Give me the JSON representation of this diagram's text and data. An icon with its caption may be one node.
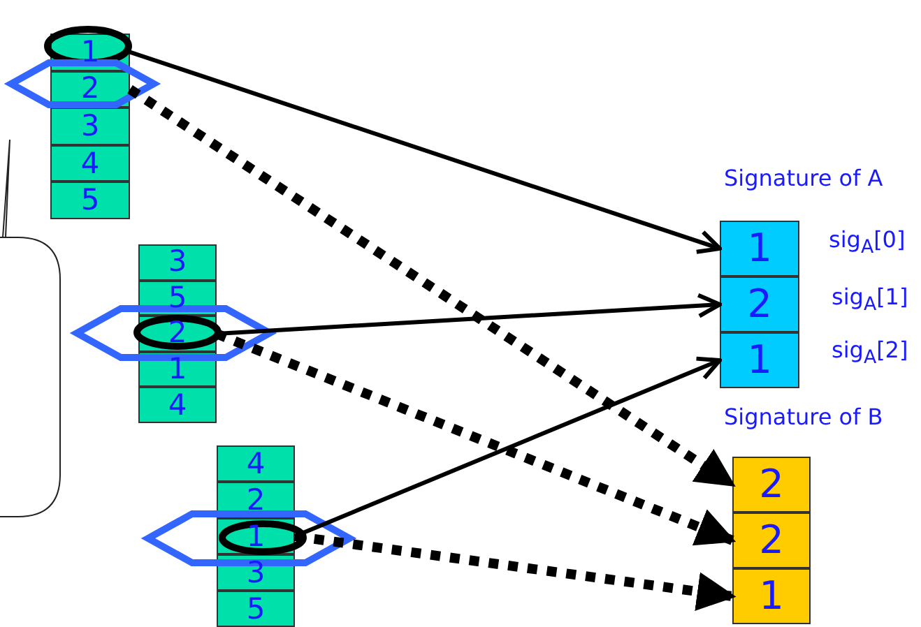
{
  "diagram": {
    "nodes": [
      {
        "text": [
          "1"
        ]
      },
      {
        "text": [
          "2"
        ]
      },
      {
        "text": [
          "3"
        ]
      },
      {
        "text": [
          "4"
        ]
      },
      {
        "text": [
          "5"
        ]
      },
      {
        "text": [
          "3"
        ]
      },
      {
        "text": [
          "5"
        ]
      },
      {
        "text": [
          "2"
        ]
      },
      {
        "text": [
          "1"
        ]
      },
      {
        "text": [
          "4"
        ]
      },
      {
        "text": [
          "4"
        ]
      },
      {
        "text": [
          "2"
        ]
      },
      {
        "text": [
          "1"
        ]
      },
      {
        "text": [
          "3"
        ]
      },
      {
        "text": [
          "5"
        ]
      },
      {
        "text": [
          "1"
        ]
      },
      {
        "text": [
          "2"
        ]
      },
      {
        "text": [
          "1"
        ]
      },
      {
        "text": [
          "2"
        ]
      },
      {
        "text": [
          "2"
        ]
      },
      {
        "text": [
          "1"
        ]
      }
    ],
    "edges": [
      {
        "from": 0,
        "to": 15,
        "arrow": "to"
      },
      {
        "from": 7,
        "to": 16,
        "arrow": "to"
      },
      {
        "from": 12,
        "to": 17,
        "arrow": "to"
      },
      {
        "from": 1,
        "to": 18,
        "arrow": "to",
        "style": "dashed"
      },
      {
        "from": 7,
        "to": 19,
        "arrow": "to",
        "style": "dashed"
      },
      {
        "from": 12,
        "to": 20,
        "arrow": "to",
        "style": "dashed"
      }
    ],
    "labels": [
      "Signature of A",
      "sig$_{A}$[0]",
      "sig$_{A}$[1]",
      "sig$_{A}$[2]",
      "Signature of B"
    ]
  }
}
